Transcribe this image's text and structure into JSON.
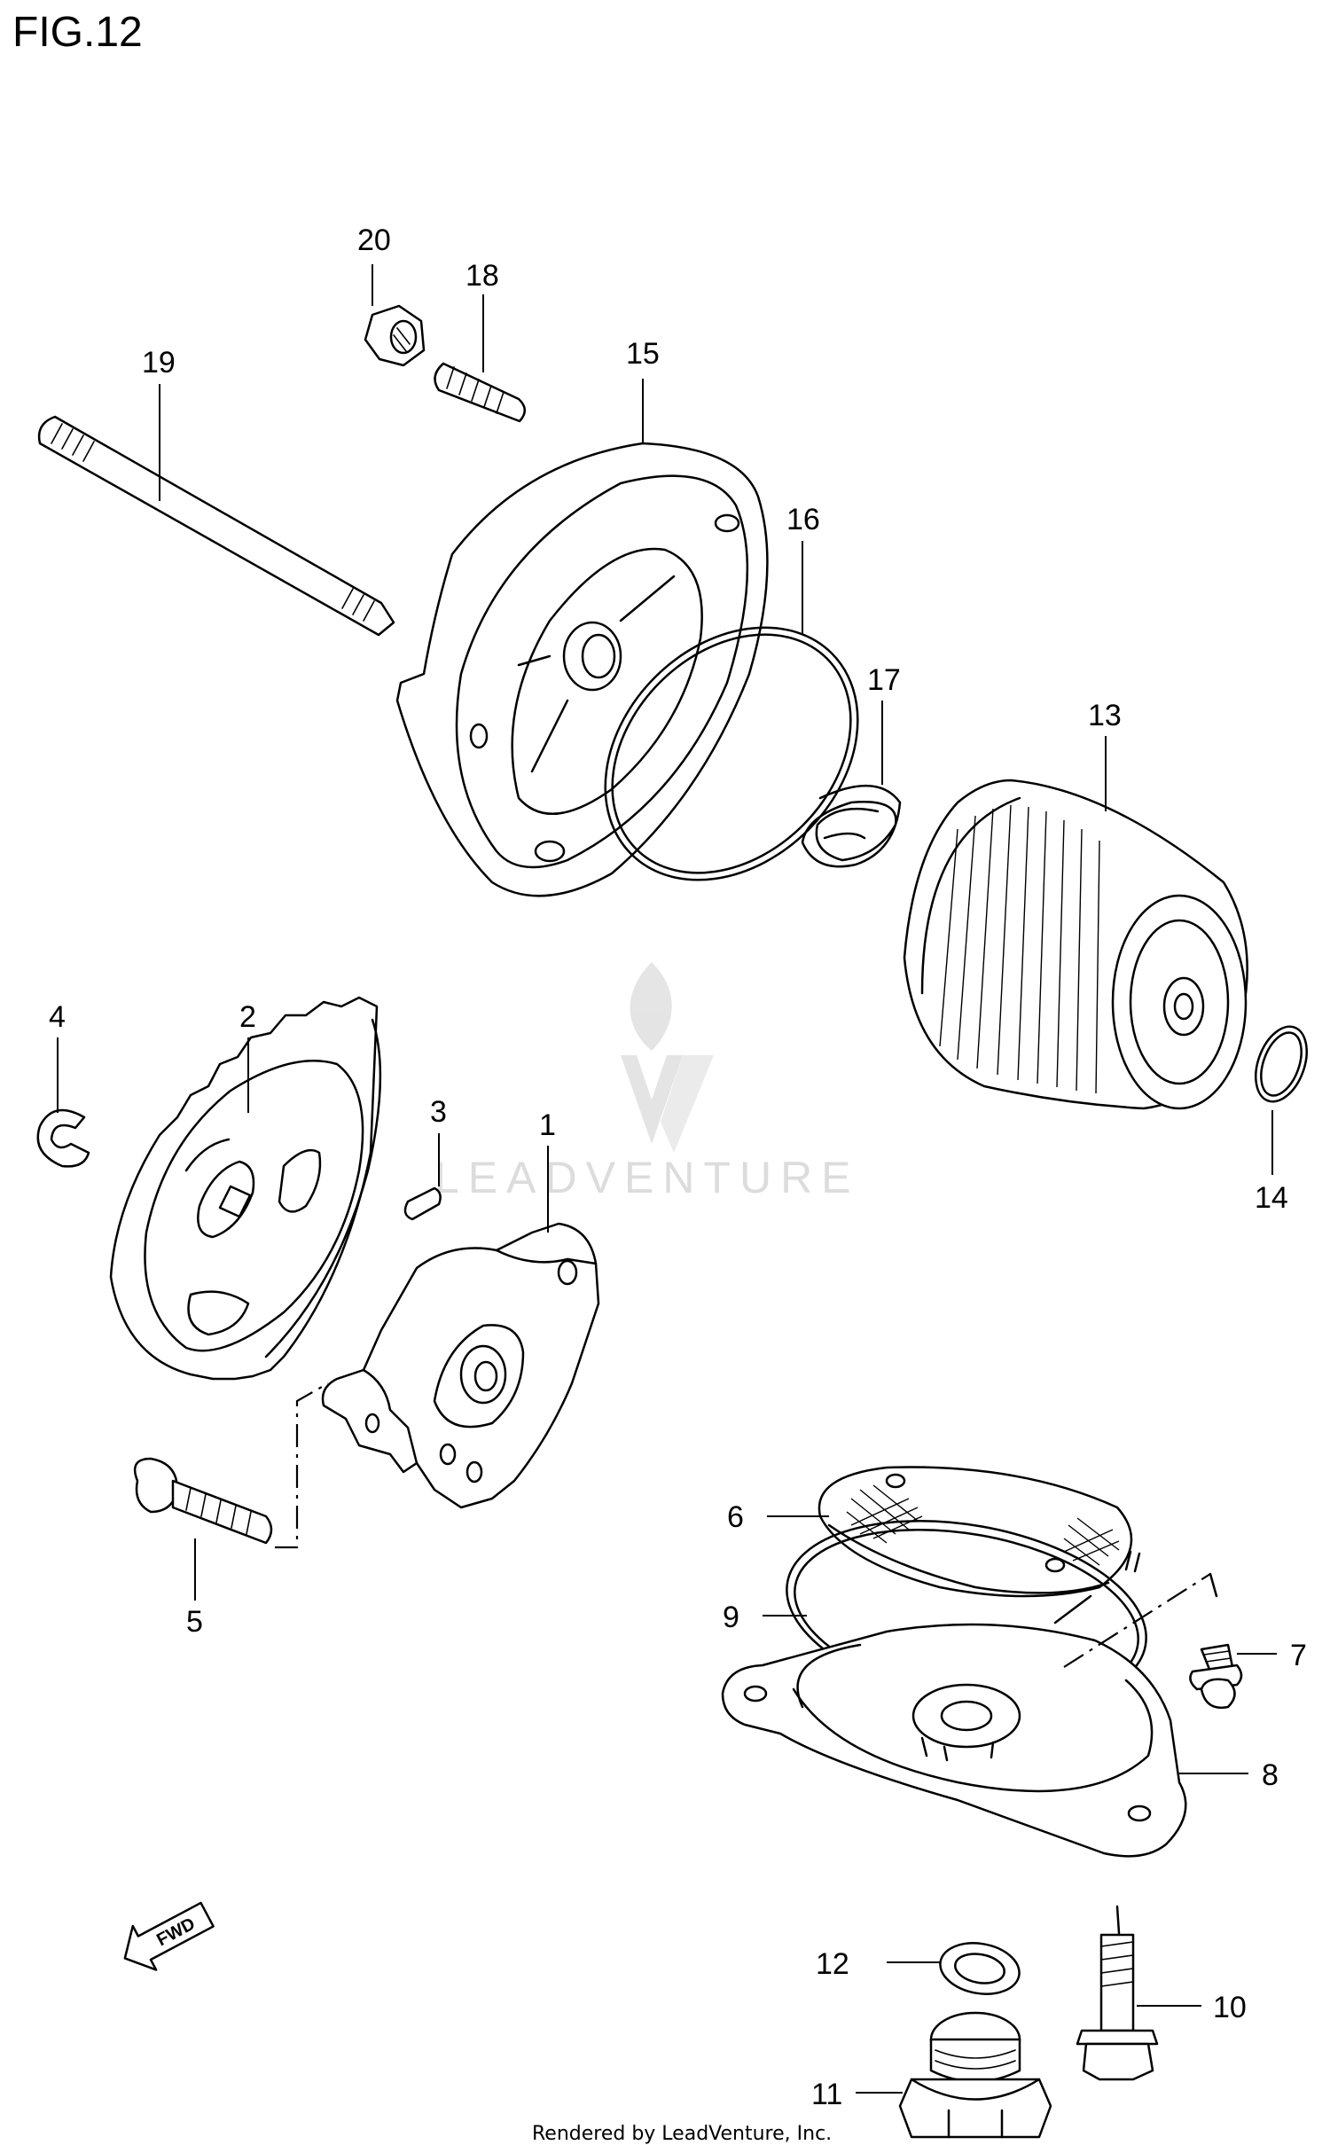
{
  "figure": {
    "title": "FIG.12",
    "footer": "Rendered by LeadVenture, Inc.",
    "watermark": "LEADVENTURE",
    "fwd_label": "FWD"
  },
  "parts": {
    "p1": "1",
    "p2": "2",
    "p3": "3",
    "p4": "4",
    "p5": "5",
    "p6": "6",
    "p7": "7",
    "p8": "8",
    "p9": "9",
    "p10": "10",
    "p11": "11",
    "p12": "12",
    "p13": "13",
    "p14": "14",
    "p15": "15",
    "p16": "16",
    "p17": "17",
    "p18": "18",
    "p19": "19",
    "p20": "20"
  },
  "colors": {
    "line": "#000000",
    "background": "#ffffff",
    "watermark": "#d9d9d9"
  }
}
